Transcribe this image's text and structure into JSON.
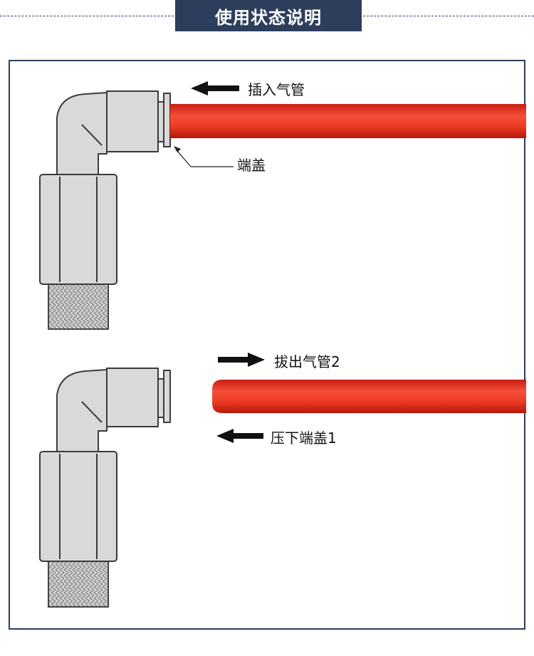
{
  "header": {
    "title": "使用状态说明"
  },
  "diagram1": {
    "insert_label": "插入气管",
    "cap_label": "端盖"
  },
  "diagram2": {
    "pull_label": "拔出气管2",
    "press_label": "压下端盖1"
  },
  "colors": {
    "navy": "#2c3e5c",
    "tube_red": "#e8321f",
    "fitting_gray": "#d9d9d9",
    "outline": "#3a3a3a"
  }
}
